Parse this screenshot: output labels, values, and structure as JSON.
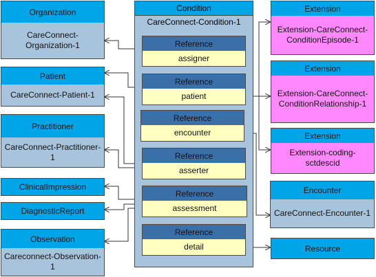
{
  "condition": {
    "header": "Condition",
    "profile": "CareConnect-Condition-1"
  },
  "references": [
    {
      "header": "Reference",
      "field": "assigner"
    },
    {
      "header": "Reference",
      "field": "patient"
    },
    {
      "header": "Reference",
      "field": "encounter"
    },
    {
      "header": "Reference",
      "field": "asserter"
    },
    {
      "header": "Reference",
      "field": "assessment"
    },
    {
      "header": "Reference",
      "field": "detail"
    }
  ],
  "left_boxes": {
    "organization": {
      "header": "Organization",
      "body": "CareConnect-Organization-1"
    },
    "patient": {
      "header": "Patient",
      "body": "CareConnect-Patient-1"
    },
    "practitioner": {
      "header": "Practitioner",
      "body": "CareConnect-Practitioner-1"
    },
    "clinical_impression": {
      "header": "ClinicalImpression"
    },
    "diagnostic_report": {
      "header": "DiagnosticReport"
    },
    "observation": {
      "header": "Observation",
      "body": "Careconnect-Observation-1"
    }
  },
  "right_boxes": {
    "ext_episode": {
      "header": "Extension",
      "body": "Extension-CareConnect-ConditionEpisode-1"
    },
    "ext_relationship": {
      "header": "Extension",
      "body": "Extension-CareConnect-ConditionRelationship-1"
    },
    "ext_coding": {
      "header": "Extension",
      "body": "Extension-coding-sctdescid"
    },
    "encounter": {
      "header": "Encounter",
      "body": "CareConnect-Encounter-1"
    },
    "resource": {
      "header": "Resource"
    }
  },
  "colors": {
    "header_blue": "#00a5e8",
    "body_blue": "#a8c4dc",
    "ext_pink": "#ff88ff",
    "ref_header": "#3b6fa8",
    "ref_body": "#ffffc0"
  }
}
